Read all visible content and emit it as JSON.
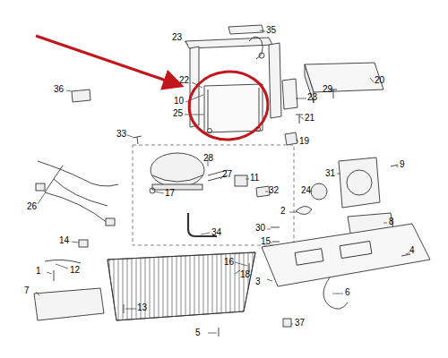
{
  "diagram": {
    "labels": [
      "23",
      "35",
      "36",
      "22",
      "10",
      "25",
      "23",
      "20",
      "29",
      "21",
      "19",
      "33",
      "28",
      "27",
      "11",
      "32",
      "17",
      "26",
      "31",
      "9",
      "24",
      "2",
      "30",
      "15",
      "8",
      "34",
      "14",
      "16",
      "18",
      "3",
      "4",
      "12",
      "1",
      "7",
      "13",
      "6",
      "37",
      "5"
    ]
  }
}
